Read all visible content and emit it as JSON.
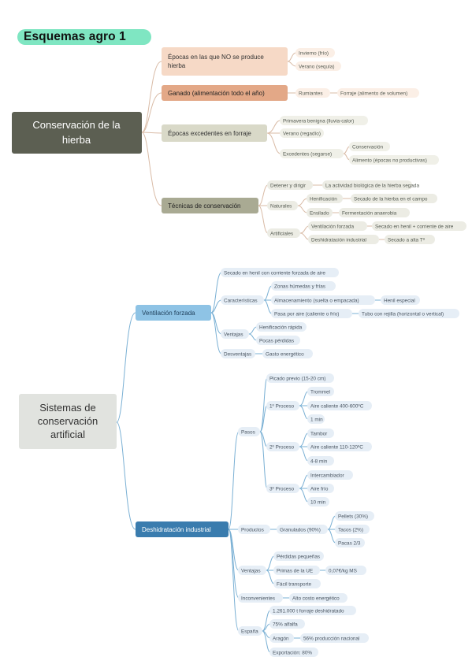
{
  "title": "Esquemas agro 1",
  "map1": {
    "root": "Conservación de la hierba",
    "b1": {
      "label": "Épocas en las que NO se produce hierba",
      "items": [
        "Invierno (frío)",
        "Verano (sequía)"
      ]
    },
    "b2": {
      "label": "Ganado (alimentación todo el año)",
      "rumiantes": "Rumiantes",
      "forraje": "Forraje (alimento de volumen)"
    },
    "b3": {
      "label": "Épocas excedentes en forraje",
      "primavera": "Primavera benigna (lluvia-calor)",
      "verano": "Verano (regadío)",
      "excedentes": "Excedentes (segarse)",
      "conservacion": "Conservación",
      "alimento": "Alimento (épocas no productivas)"
    },
    "b4": {
      "label": "Técnicas de conservación",
      "detener": "Detener y dirigir",
      "actividad": "La actividad biológica de la hierba segada",
      "naturales": "Naturales",
      "henificacion": "Henificación",
      "secado_campo": "Secado de la hierba en el campo",
      "ensilado": "Ensilado",
      "fermentacion": "Fermentación anaerobia",
      "artificiales": "Artificiales",
      "ventilacion": "Ventilación forzada",
      "secado_henil": "Secado en henil + corriente de aire",
      "deshidratacion": "Deshidratación industrial",
      "secado_alta": "Secado a alta Tª"
    }
  },
  "map2": {
    "root": "Sistemas de conservación artificial",
    "vent": {
      "label": "Ventilación forzada",
      "secado": "Secado en henil con corriente forzada de aire",
      "caracteristicas": "Características",
      "zonas": "Zonas húmedas y frías",
      "almacenamiento": "Almacenamiento (suelta o empacada)",
      "henil": "Henil especial",
      "pasa": "Pasa por aire (caliente o frío)",
      "tubo": "Tubo con rejilla (horizontal o vertical)",
      "ventajas": "Ventajas",
      "henif_rapida": "Henificación rápida",
      "pocas": "Pocas pérdidas",
      "desventajas": "Desventajas",
      "gasto": "Gasto energético"
    },
    "desh": {
      "label": "Deshidratación industrial",
      "pasos": "Pasos",
      "picado": "Picado previo (15-20 cm)",
      "p1": "1º Proceso",
      "trommel": "Trommel",
      "aire1": "Aire caliente 400-600ºC",
      "min1": "1 min",
      "p2": "2º Proceso",
      "tambor": "Tambor",
      "aire2": "Aire caliente 110-120ºC",
      "min2": "4-8 min",
      "p3": "3º Proceso",
      "intercambiador": "Intercambiador",
      "airefrio": "Aire frío",
      "min3": "10 min",
      "productos": "Productos",
      "granulados": "Granulados (90%)",
      "pellets": "Pellets (30%)",
      "tacos": "Tacos (2%)",
      "pacas": "Pacas 2/3",
      "ventajas": "Ventajas",
      "perdidas": "Pérdidas pequeñas",
      "primas": "Primas de la UE",
      "primas_val": "0,07€/kg MS",
      "facil": "Fácil transporte",
      "inconvenientes": "Inconvenientes",
      "alto": "Alto costo energético",
      "espana": "España",
      "toneladas": "1.261.000 t forraje deshidratado",
      "alfalfa": "75% alfalfa",
      "aragon": "Aragón",
      "aragon_val": "56% producción nacional",
      "export": "Exportación: 80%"
    }
  },
  "colors": {
    "title_bg": "#7fe6c2",
    "root1": "#5c5f52",
    "b1": "#f6d9c6",
    "b2": "#e3a887",
    "b3": "#d9d9c8",
    "b4": "#a9aa93",
    "line1": "#d7b9a4",
    "root2": "#e1e3df",
    "b_blue": "#8ec3e5",
    "b_dark": "#3a7cae",
    "line2": "#6aa5cc",
    "leaf_blue": "#e6eef6"
  }
}
